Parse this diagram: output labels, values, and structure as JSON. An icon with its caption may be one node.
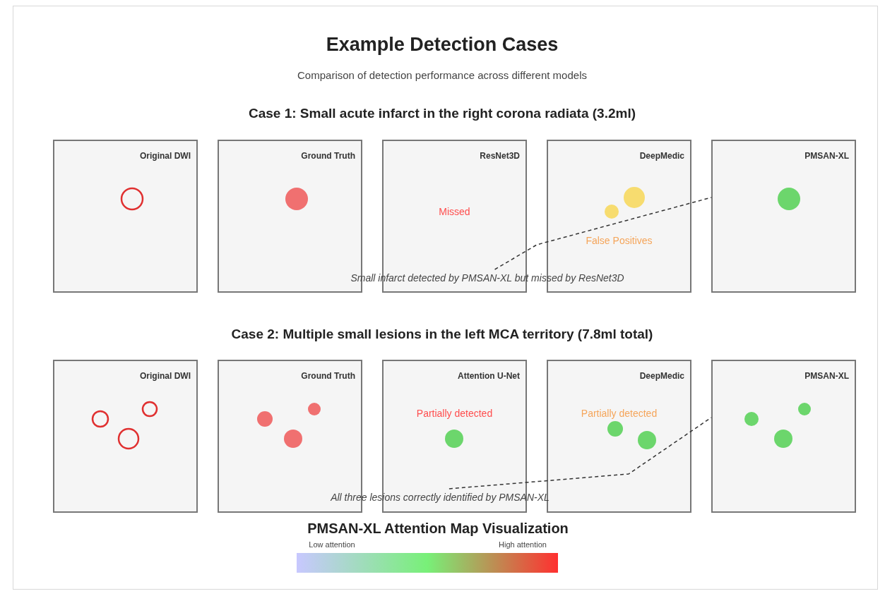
{
  "diagram": {
    "title": "Example Detection Cases",
    "nodes": [
      {
        "text": [
          "Original DWI"
        ]
      },
      {
        "text": [
          "Ground Truth"
        ]
      },
      {
        "text": [
          "ResNet3D",
          "Missed"
        ]
      },
      {
        "text": [
          "DeepMedic",
          "False Positives"
        ]
      },
      {
        "text": [
          "PMSAN-XL"
        ]
      },
      {
        "text": [
          "Small infarct detected by PMSAN-XL but missed by ResNet3D"
        ]
      },
      {
        "text": [
          "Original DWI"
        ]
      },
      {
        "text": [
          "Ground Truth"
        ]
      },
      {
        "text": [
          "Attention U-Net",
          "Partially detected"
        ]
      },
      {
        "text": [
          "DeepMedic",
          "Partially detected"
        ]
      },
      {
        "text": [
          "PMSAN-XL"
        ]
      },
      {
        "text": [
          "All three lesions correctly identified by PMSAN-XL"
        ]
      }
    ],
    "edges": [
      {
        "from": 5,
        "to": 4,
        "arrow": "none",
        "style": "dashed"
      },
      {
        "from": 11,
        "to": 10,
        "arrow": "none",
        "style": "dashed"
      }
    ],
    "labels": [
      "Comparison of detection performance across different models",
      "Case 1: Small acute infarct in the right corona radiata (3.2ml)",
      "Case 2: Multiple small lesions in the left MCA territory (7.8ml total)",
      "PMSAN-XL Attention Map Visualization",
      "Low attention",
      "High attention"
    ]
  }
}
